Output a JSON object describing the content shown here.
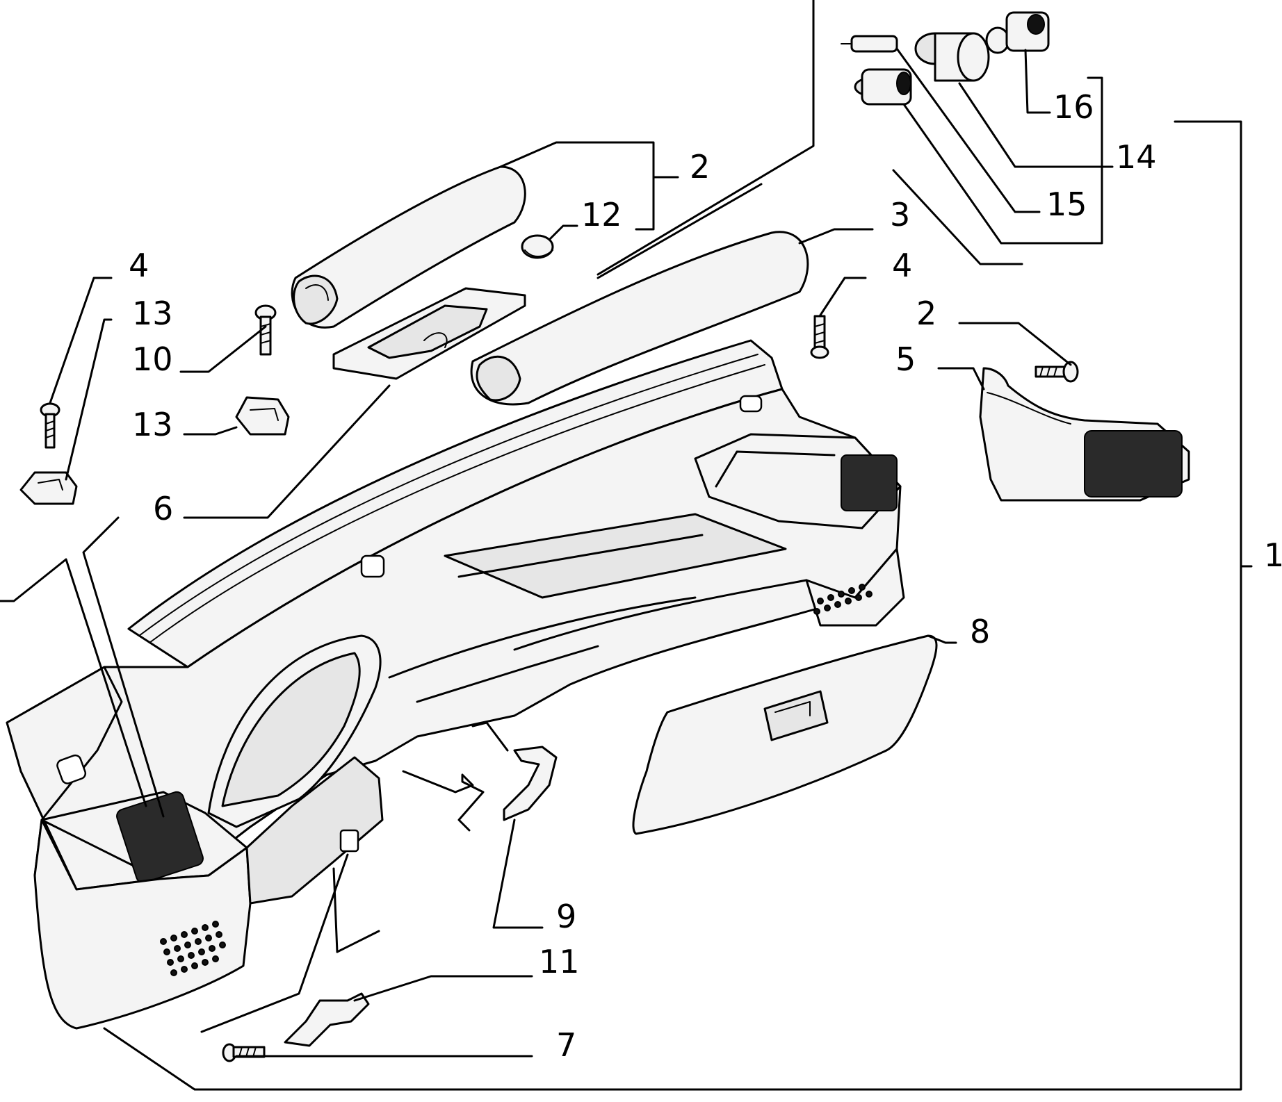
{
  "callouts": [
    {
      "id": "c-1",
      "text": "1"
    },
    {
      "id": "c-2a",
      "text": "2"
    },
    {
      "id": "c-12",
      "text": "12"
    },
    {
      "id": "c-3",
      "text": "3"
    },
    {
      "id": "c-4a",
      "text": "4"
    },
    {
      "id": "c-13a",
      "text": "13"
    },
    {
      "id": "c-10",
      "text": "10"
    },
    {
      "id": "c-13b",
      "text": "13"
    },
    {
      "id": "c-6",
      "text": "6"
    },
    {
      "id": "c-4b",
      "text": "4"
    },
    {
      "id": "c-2b",
      "text": "2"
    },
    {
      "id": "c-5",
      "text": "5"
    },
    {
      "id": "c-16",
      "text": "16"
    },
    {
      "id": "c-14",
      "text": "14"
    },
    {
      "id": "c-15",
      "text": "15"
    },
    {
      "id": "c-8",
      "text": "8"
    },
    {
      "id": "c-9",
      "text": "9"
    },
    {
      "id": "c-11",
      "text": "11"
    },
    {
      "id": "c-7",
      "text": "7"
    }
  ]
}
